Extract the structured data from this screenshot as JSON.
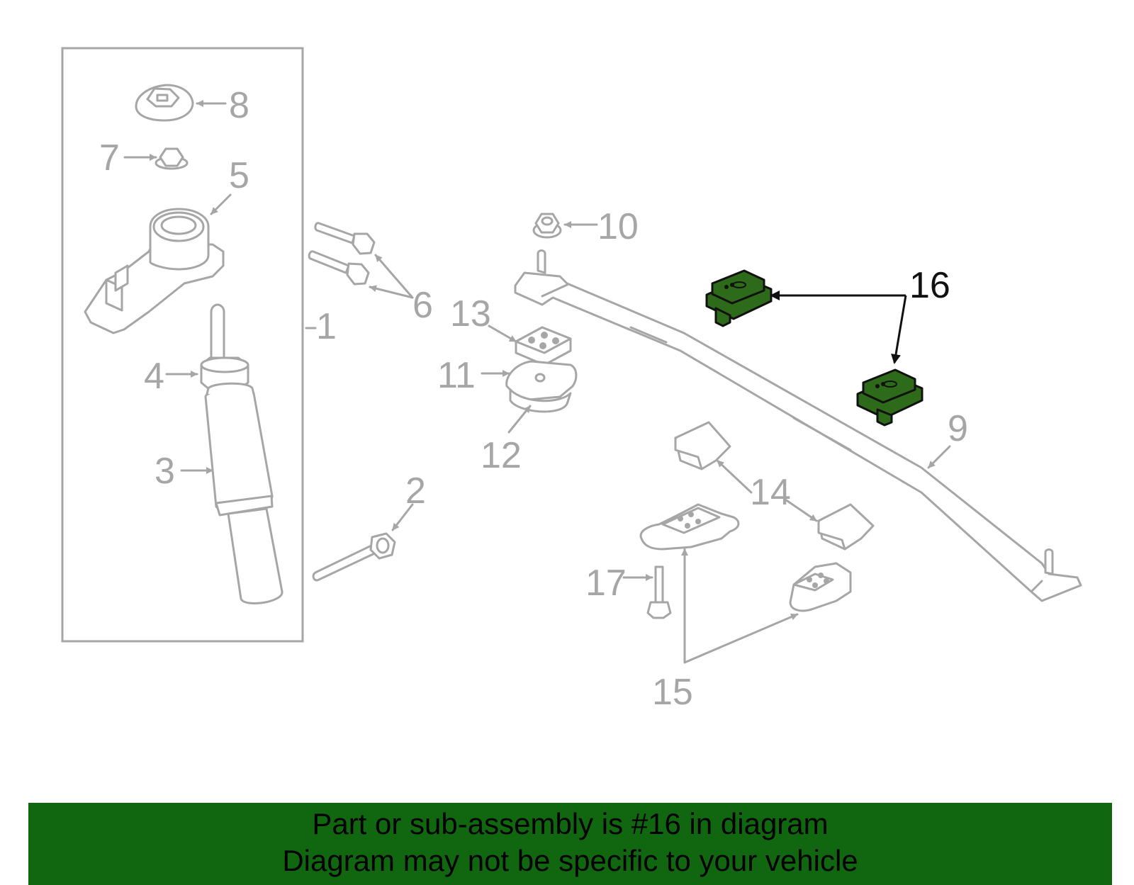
{
  "diagram": {
    "highlighted_part": "16",
    "callouts": [
      {
        "id": "1",
        "label": "1"
      },
      {
        "id": "2",
        "label": "2"
      },
      {
        "id": "3",
        "label": "3"
      },
      {
        "id": "4",
        "label": "4"
      },
      {
        "id": "5",
        "label": "5"
      },
      {
        "id": "6",
        "label": "6"
      },
      {
        "id": "7",
        "label": "7"
      },
      {
        "id": "8",
        "label": "8"
      },
      {
        "id": "9",
        "label": "9"
      },
      {
        "id": "10",
        "label": "10"
      },
      {
        "id": "11",
        "label": "11"
      },
      {
        "id": "12",
        "label": "12"
      },
      {
        "id": "13",
        "label": "13"
      },
      {
        "id": "14",
        "label": "14"
      },
      {
        "id": "15",
        "label": "15"
      },
      {
        "id": "16",
        "label": "16"
      },
      {
        "id": "17",
        "label": "17"
      }
    ]
  },
  "banner": {
    "line1": "Part or sub-assembly is #16 in diagram",
    "line2": "Diagram may not be specific to your vehicle"
  },
  "colors": {
    "highlight_fill": "#2d6b1a",
    "banner_background": "#116610",
    "part_outline": "#a6a6a6"
  }
}
